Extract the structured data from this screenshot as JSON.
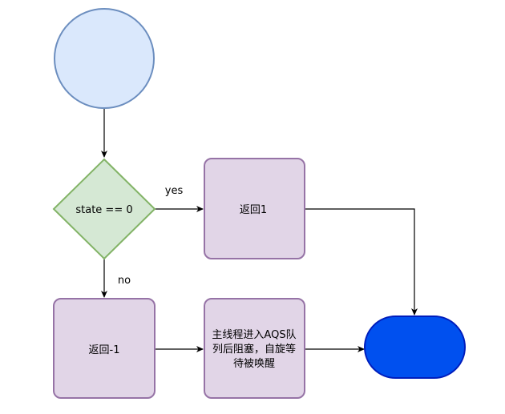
{
  "diagram": {
    "decision_label": "state == 0",
    "yes_label": "yes",
    "no_label": "no",
    "return_one_label": "返回1",
    "return_minus_one_label": "返回-1",
    "enqueue_label_lines": [
      "主线程进入AQS队",
      "列后阻塞，自旋等",
      "待被唤醒"
    ]
  },
  "colors": {
    "start_fill": "#dae8fc",
    "start_stroke": "#6c8ebf",
    "decision_fill": "#d5e8d4",
    "decision_stroke": "#82b366",
    "process_fill": "#e1d5e7",
    "process_stroke": "#9673a6",
    "end_fill": "#0050ef",
    "end_stroke": "#001dbc"
  }
}
